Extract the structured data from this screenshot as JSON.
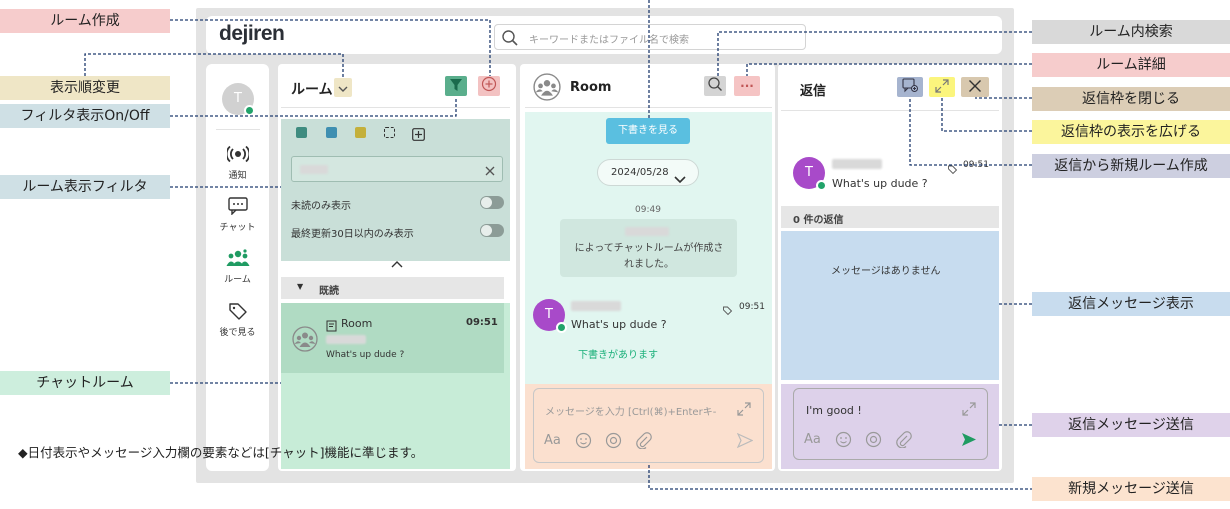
{
  "app": {
    "logo": "dejiren",
    "search_placeholder": "キーワードまたはファイル名で検索"
  },
  "nav": {
    "avatar_initial": "T",
    "items": [
      {
        "label": "通知",
        "icon": "broadcast-icon"
      },
      {
        "label": "チャット",
        "icon": "chat-icon"
      },
      {
        "label": "ルーム",
        "icon": "group-icon"
      },
      {
        "label": "後で見る",
        "icon": "tag-icon"
      }
    ]
  },
  "room_list": {
    "title": "ルーム",
    "filter": {
      "colors": [
        "#3f8c80",
        "#3f8fb1",
        "#c4b03b"
      ],
      "unread_only": "未読のみ表示",
      "recent_30_days": "最終更新30日以内のみ表示"
    },
    "section_label": "既読",
    "room": {
      "name": "Room",
      "time": "09:51",
      "preview": "What's up dude ?"
    }
  },
  "room": {
    "title": "Room",
    "draft_button": "下書きを見る",
    "date": "2024/05/28",
    "system_time": "09:49",
    "system_message": "によってチャットルームが作成されました。",
    "message": {
      "time": "09:51",
      "text": "What's up dude ?",
      "avatar": "T"
    },
    "draft_notice": "下書きがあります",
    "input_placeholder": "メッセージを入力 [Ctrl(⌘)+Enterキ-",
    "format_label": "Aa"
  },
  "reply": {
    "title": "返信",
    "parent_time": "09:51",
    "parent_text": "What's up dude ?",
    "parent_avatar": "T",
    "count_label": "0 件の返信",
    "empty": "メッセージはありません",
    "input_value": "I'm good !",
    "format_label": "Aa"
  },
  "annotations": {
    "room_create": "ルーム作成",
    "sort_order": "表示順変更",
    "filter_toggle": "フィルタ表示On/Off",
    "room_filter": "ルーム表示フィルタ",
    "chat_room": "チャットルーム",
    "footnote": "◆日付表示やメッセージ入力欄の要素などは[チャット]機能に準じます。",
    "room_search": "ルーム内検索",
    "room_detail": "ルーム詳細",
    "close_reply": "返信枠を閉じる",
    "expand_reply": "返信枠の表示を広げる",
    "new_room_from_reply": "返信から新規ルーム作成",
    "reply_display": "返信メッセージ表示",
    "reply_send": "返信メッセージ送信",
    "new_message_send": "新規メッセージ送信"
  },
  "annotation_colors": {
    "pink": "#f6cccc",
    "cream": "#efe6c6",
    "blue_gray": "#cfe0e5",
    "mint": "#cdeedd",
    "gray": "#d9d9d9",
    "tan": "#dccdb6",
    "yellow": "#fbf59c",
    "lavender": "#cdcfe0",
    "light_blue": "#c8dcee",
    "purple": "#dfd2ea",
    "peach": "#fce3cf"
  }
}
